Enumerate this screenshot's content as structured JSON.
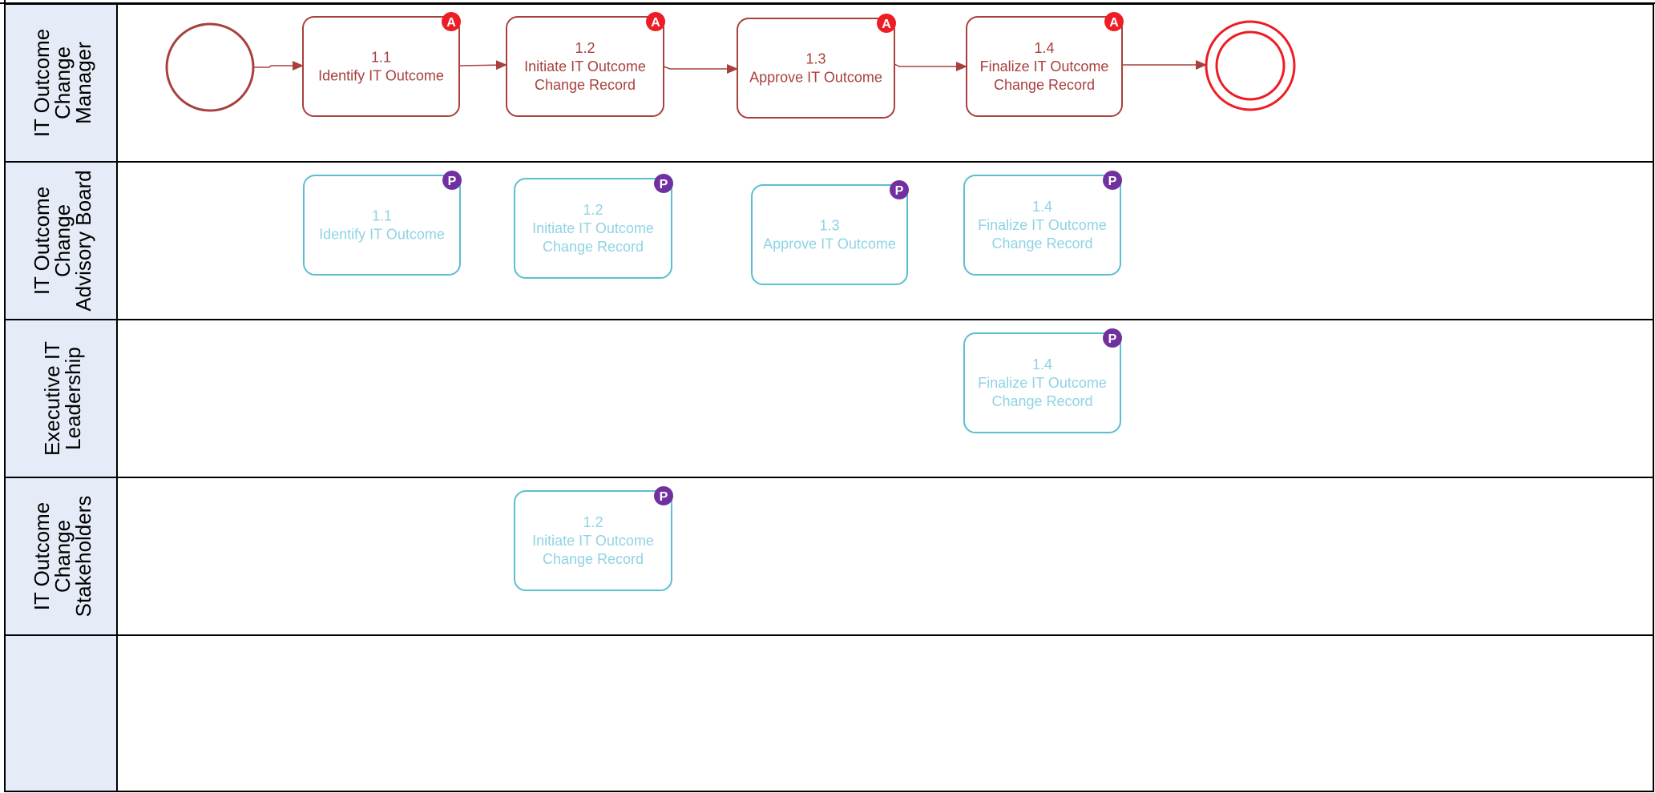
{
  "colors": {
    "lane_header_bg": "#e6ecf7",
    "border": "#000000",
    "active_stroke": "#a8403c",
    "active_text": "#a8403c",
    "participant_stroke": "#5bbfcf",
    "participant_text": "#8fd3e3",
    "badge_a": "#ee1c25",
    "badge_p": "#7030a0"
  },
  "lanes": [
    {
      "id": "manager",
      "label_lines": [
        "IT Outcome",
        "Change",
        "Manager"
      ]
    },
    {
      "id": "advisory",
      "label_lines": [
        "IT Outcome",
        "Change",
        "Advisory Board"
      ]
    },
    {
      "id": "exec",
      "label_lines": [
        "Executive IT",
        "Leadership"
      ]
    },
    {
      "id": "stakeholders",
      "label_lines": [
        "IT Outcome",
        "Change",
        "Stakeholders"
      ]
    },
    {
      "id": "empty",
      "label_lines": []
    }
  ],
  "badges": {
    "accountable": "A",
    "participant": "P"
  },
  "tasks": [
    {
      "id": "m1",
      "lane": "manager",
      "kind": "active",
      "badge": "A",
      "lines": [
        "1.1",
        "Identify IT Outcome"
      ]
    },
    {
      "id": "m2",
      "lane": "manager",
      "kind": "active",
      "badge": "A",
      "lines": [
        "1.2",
        "Initiate IT Outcome",
        "Change Record"
      ]
    },
    {
      "id": "m3",
      "lane": "manager",
      "kind": "active",
      "badge": "A",
      "lines": [
        "1.3",
        "Approve IT Outcome"
      ]
    },
    {
      "id": "m4",
      "lane": "manager",
      "kind": "active",
      "badge": "A",
      "lines": [
        "1.4",
        "Finalize IT Outcome",
        "Change Record"
      ]
    },
    {
      "id": "a1",
      "lane": "advisory",
      "kind": "participant",
      "badge": "P",
      "lines": [
        "1.1",
        "Identify IT Outcome"
      ]
    },
    {
      "id": "a2",
      "lane": "advisory",
      "kind": "participant",
      "badge": "P",
      "lines": [
        "1.2",
        "Initiate IT Outcome",
        "Change Record"
      ]
    },
    {
      "id": "a3",
      "lane": "advisory",
      "kind": "participant",
      "badge": "P",
      "lines": [
        "1.3",
        "Approve IT Outcome"
      ]
    },
    {
      "id": "a4",
      "lane": "advisory",
      "kind": "participant",
      "badge": "P",
      "lines": [
        "1.4",
        "Finalize IT Outcome",
        "Change Record"
      ]
    },
    {
      "id": "e4",
      "lane": "exec",
      "kind": "participant",
      "badge": "P",
      "lines": [
        "1.4",
        "Finalize IT Outcome",
        "Change Record"
      ]
    },
    {
      "id": "s2",
      "lane": "stakeholders",
      "kind": "participant",
      "badge": "P",
      "lines": [
        "1.2",
        "Initiate IT Outcome",
        "Change Record"
      ]
    }
  ],
  "events": [
    {
      "id": "start",
      "type": "start-event"
    },
    {
      "id": "end",
      "type": "end-event"
    }
  ],
  "flows": [
    {
      "from": "start",
      "to": "m1"
    },
    {
      "from": "m1",
      "to": "m2"
    },
    {
      "from": "m2",
      "to": "m3"
    },
    {
      "from": "m3",
      "to": "m4"
    },
    {
      "from": "m4",
      "to": "end"
    }
  ]
}
